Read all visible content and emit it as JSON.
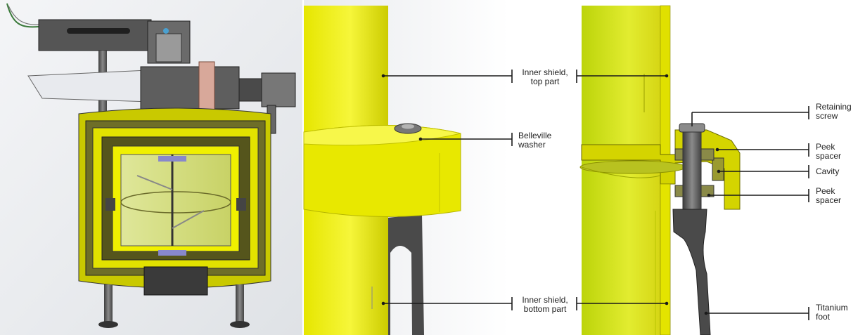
{
  "labels": {
    "inner_top": [
      "Inner shield,",
      "top part"
    ],
    "belleville": [
      "Belleville",
      "washer"
    ],
    "inner_bottom": [
      "Inner shield,",
      "bottom part"
    ],
    "retaining": [
      "Retaining",
      "screw"
    ],
    "peek_top": [
      "Peek",
      "spacer"
    ],
    "cavity": [
      "Cavity"
    ],
    "peek_bottom": [
      "Peek",
      "spacer"
    ],
    "titanium": [
      "Titanium",
      "foot"
    ]
  },
  "colors": {
    "shield_yellow": "#f2f21a",
    "shield_yellow_dark": "#b8b80a",
    "metal_grey": "#5a5a5a",
    "metal_light": "#9a9a9a",
    "spacer_green": "#a8a83a"
  }
}
